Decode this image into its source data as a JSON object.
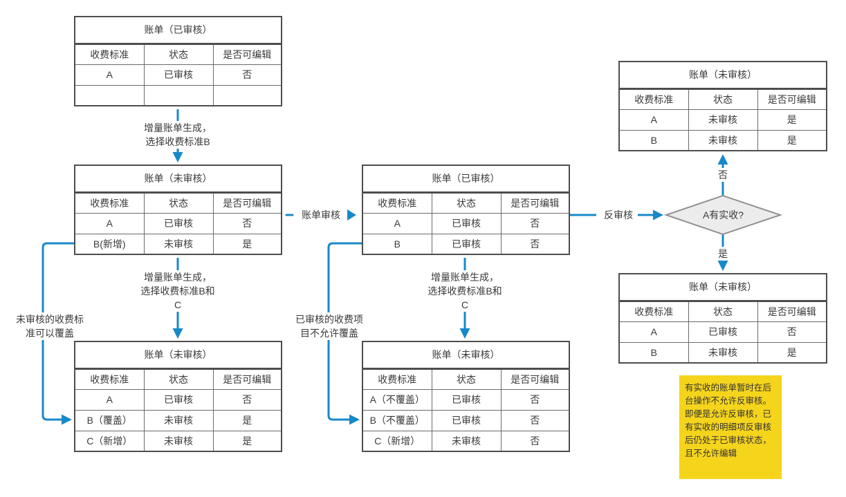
{
  "colors": {
    "accent": "#1789c9",
    "table_border": "#4d4d4d",
    "grid_line": "#6a6a6a",
    "diamond_fill": "#ececec",
    "diamond_border": "#919191",
    "note_bg": "#f5d41c",
    "text": "#3a3a3a"
  },
  "table_headers": [
    "收费标准",
    "状态",
    "是否可编辑"
  ],
  "tables": {
    "audited_initial": {
      "title": "账单（已审核）",
      "rows": [
        [
          "A",
          "已审核",
          "否"
        ],
        [
          "",
          "",
          ""
        ]
      ]
    },
    "unaudited_after_b": {
      "title": "账单（未审核）",
      "rows": [
        [
          "A",
          "已审核",
          "否"
        ],
        [
          "B(新增)",
          "未审核",
          "是"
        ]
      ]
    },
    "unaudited_overlay": {
      "title": "账单（未审核）",
      "rows": [
        [
          "A",
          "已审核",
          "否"
        ],
        [
          "B（覆盖）",
          "未审核",
          "是"
        ],
        [
          "C（新增）",
          "未审核",
          "是"
        ]
      ]
    },
    "audited_after_review": {
      "title": "账单（已审核）",
      "rows": [
        [
          "A",
          "已审核",
          "否"
        ],
        [
          "B",
          "已审核",
          "否"
        ]
      ]
    },
    "unaudited_no_overlay": {
      "title": "账单（未审核）",
      "rows": [
        [
          "A（不覆盖）",
          "已审核",
          "否"
        ],
        [
          "B（不覆盖）",
          "已审核",
          "否"
        ],
        [
          "C（新增）",
          "未审核",
          "否"
        ]
      ]
    },
    "unaudited_reversed_all": {
      "title": "账单（未审核）",
      "rows": [
        [
          "A",
          "未审核",
          "是"
        ],
        [
          "B",
          "未审核",
          "是"
        ]
      ]
    },
    "unaudited_reversed_partial": {
      "title": "账单（未审核）",
      "rows": [
        [
          "A",
          "已审核",
          "否"
        ],
        [
          "B",
          "未审核",
          "是"
        ]
      ]
    }
  },
  "labels": {
    "incremental_b": "增量账单生成，\n选择收费标准B",
    "incremental_bc": "增量账单生成，\n选择收费标准B和\nC",
    "bill_audit": "账单审核",
    "reverse_audit": "反审核",
    "decision": "A有实收?",
    "no": "否",
    "yes": "是",
    "left_note": "未审核的收费标\n准可以覆盖",
    "center_note": "已审核的收费项\n目不允许覆盖",
    "sticky_note": "有实收的账单暂时在后\n台操作不允许反审核。\n即便是允许反审核，已\n有实收的明细项反审核\n后仍处于已审核状态，\n且不允许编辑"
  }
}
